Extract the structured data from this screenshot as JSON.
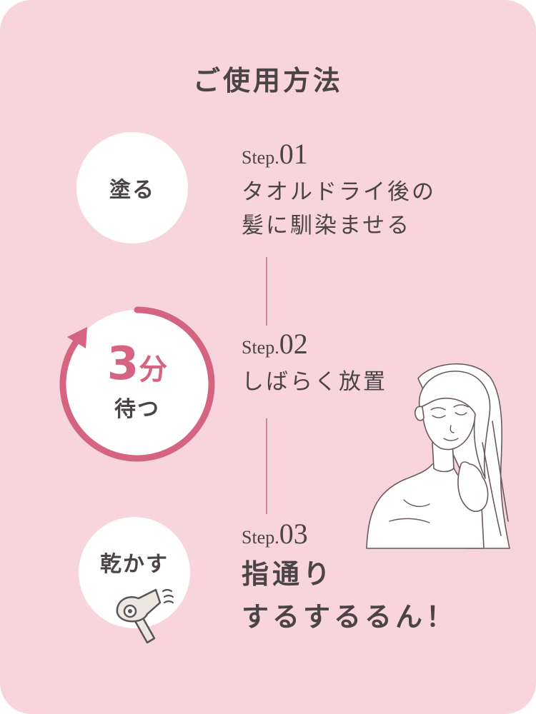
{
  "title": "ご使用方法",
  "steps": [
    {
      "icon_label": "塗る",
      "step_word": "Step.",
      "step_number": "01",
      "text_lines": [
        "タオルドライ後の",
        "髪に馴染ませる"
      ]
    },
    {
      "timer_number": "3",
      "timer_unit": "分",
      "timer_sub": "待つ",
      "step_word": "Step.",
      "step_number": "02",
      "text_lines": [
        "しばらく放置"
      ]
    },
    {
      "icon_label": "乾かす",
      "step_word": "Step.",
      "step_number": "03",
      "text_lines": [
        "指通り",
        "するするるん！"
      ]
    }
  ],
  "icons": {
    "timer": "circular-arrow-icon",
    "dryer": "hair-dryer-icon",
    "woman": "woman-illustration"
  },
  "colors": {
    "background": "#f8d4dd",
    "accent": "#d4647f",
    "text": "#4a4446",
    "line": "#c9899b"
  }
}
